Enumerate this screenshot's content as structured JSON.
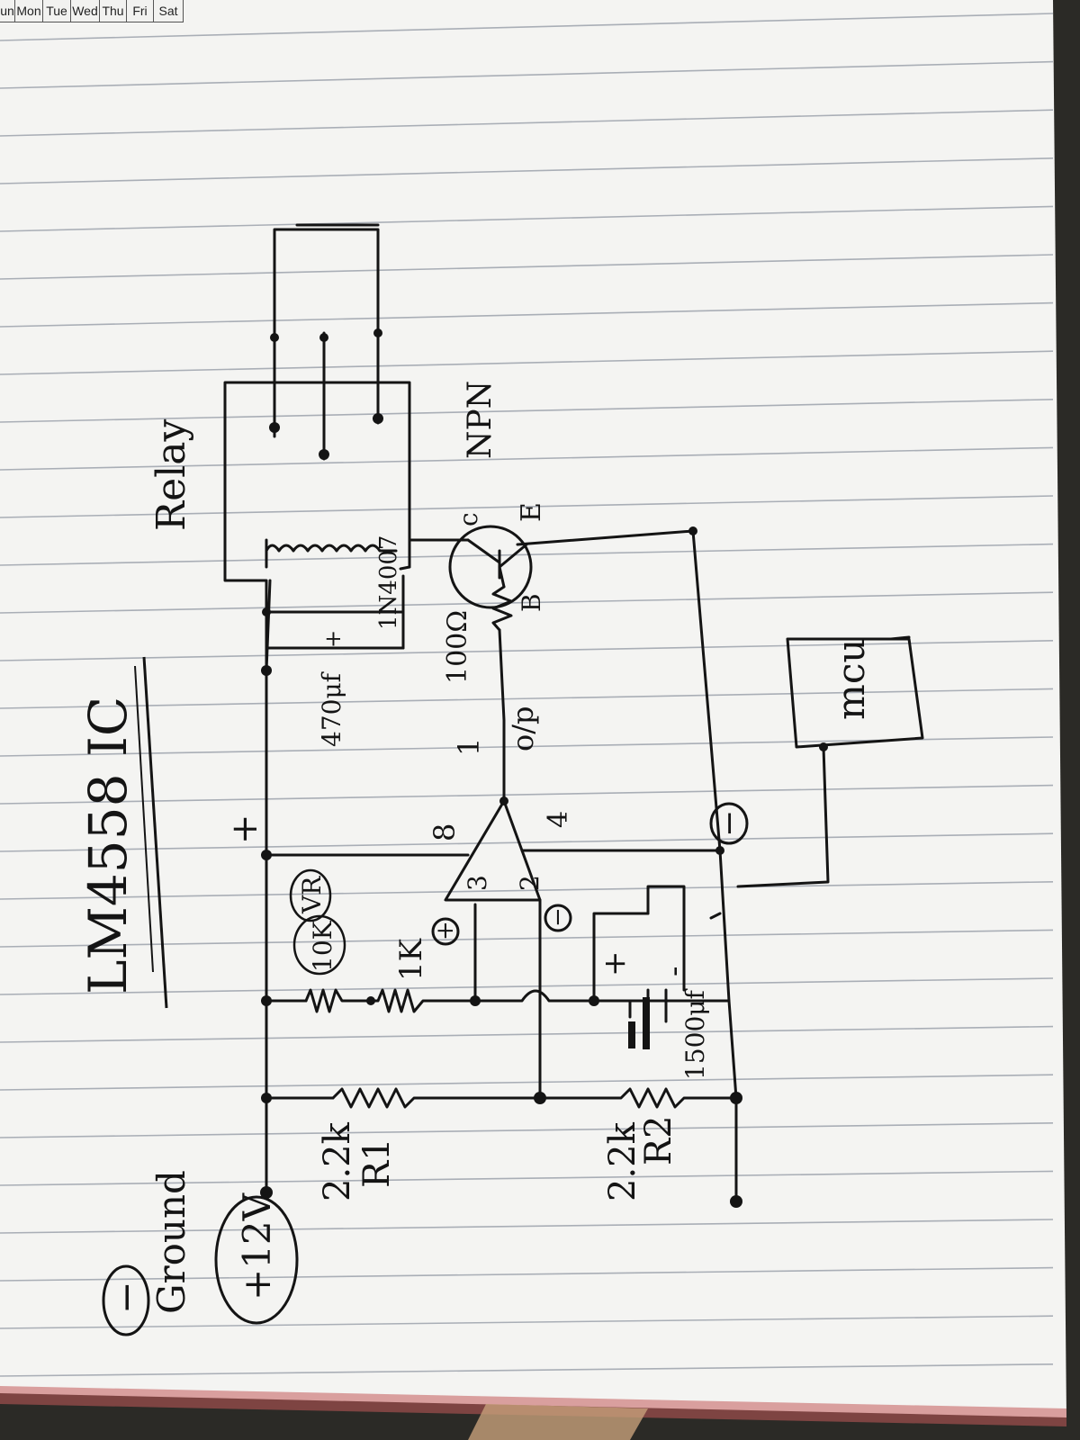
{
  "calendar_header": {
    "days": [
      "un",
      "Mon",
      "Tue",
      "Wed",
      "Thu",
      "Fri",
      "Sat"
    ]
  },
  "diagram": {
    "title": "LM4558 IC",
    "supply_plus": "+12V",
    "ground_symbol": "−",
    "ground_label": "Ground",
    "plus_rail_mark": "+",
    "minus_rail_mark": "−",
    "r1_value": "2.2k",
    "r1_name": "R1",
    "r2_value": "2.2k",
    "r2_name": "R2",
    "vr_value": "10K",
    "vr_name": "VR",
    "r_1k": "1K",
    "cap_1500": "1500μf",
    "cap_plus": "+",
    "cap_minus": "-",
    "cap_470": "470μf",
    "cap_470_plus": "+",
    "diode": "1N4007",
    "pin8": "8",
    "pin3": "3",
    "pin2": "2",
    "pin4": "4",
    "pin1": "1",
    "in_plus": "+",
    "in_minus": "−",
    "output": "o/p",
    "r_100": "100Ω",
    "transistor": "NPN",
    "pin_c": "c",
    "pin_b": "B",
    "pin_e": "E",
    "relay": "Relay",
    "mcu": "mcu"
  },
  "colors": {
    "ink": "#141414",
    "paper": "#f4f4f2",
    "rule": "#a9aeb6",
    "margin_red": "#c25a5a"
  }
}
